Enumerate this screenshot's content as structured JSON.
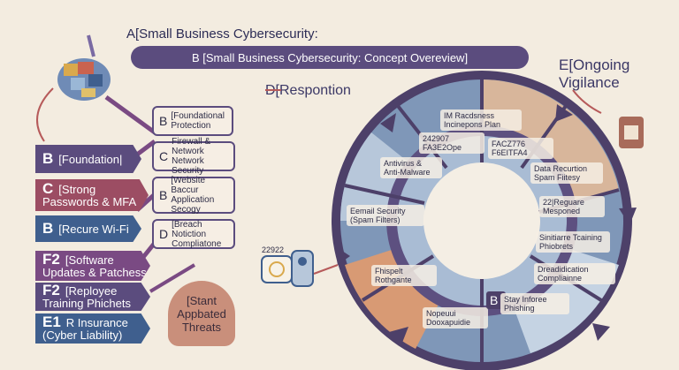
{
  "title_a": "A[Small Business Cybersecurity:",
  "banner": "B [Small Business Cybersecurity: Concept Overeview]",
  "response": "D[Respontion",
  "ongoing": "E[Ongoing Vigilance",
  "left_column": [
    {
      "key": "B",
      "text": "[Foundation|",
      "color": "#5b4c7e"
    },
    {
      "key": "C",
      "text": "[Strong Passwords & MFA",
      "color": "#9c4d63"
    },
    {
      "key": "B",
      "text": "[Recure Wi-Fi",
      "color": "#3f5f8e"
    },
    {
      "key": "F2",
      "text": "[Software Updates & Patchess",
      "color": "#7a4a83"
    },
    {
      "key": "F2",
      "text": "[Reployee Training Phichets",
      "color": "#5b4c7e"
    },
    {
      "key": "E1",
      "text": "R Insurance (Cyber Liability)",
      "color": "#3f5f8e"
    }
  ],
  "mid_tags": [
    {
      "key": "B",
      "text": "[Foundational Protection"
    },
    {
      "key": "C",
      "text": "Firewall & Network Network Security"
    },
    {
      "key": "B",
      "text": "[Website Baccur Application Secogy"
    },
    {
      "key": "D",
      "text": "[Breach Notiction Compliatone"
    }
  ],
  "start": "[Stant Appbated Threats",
  "device_code": "22922",
  "ring_labels": [
    "IM Racdsness Incinepons Plan",
    "242907 FA3E2Ope",
    "FACZ776 F6EITFA4",
    "Antivirus & Anti-Malware",
    "Data Recurtion Spam Fiitesy",
    "Eemail Security (Spam Filters)",
    "22|Reguare Mesponed",
    "Sinitiarre Tcaining Phiobrets",
    "Fhispelt Rothgante",
    "Dreadidication Compliainne",
    "Nopeuui Dooxapuidie",
    "B",
    "Stay Inforee Phishing"
  ]
}
